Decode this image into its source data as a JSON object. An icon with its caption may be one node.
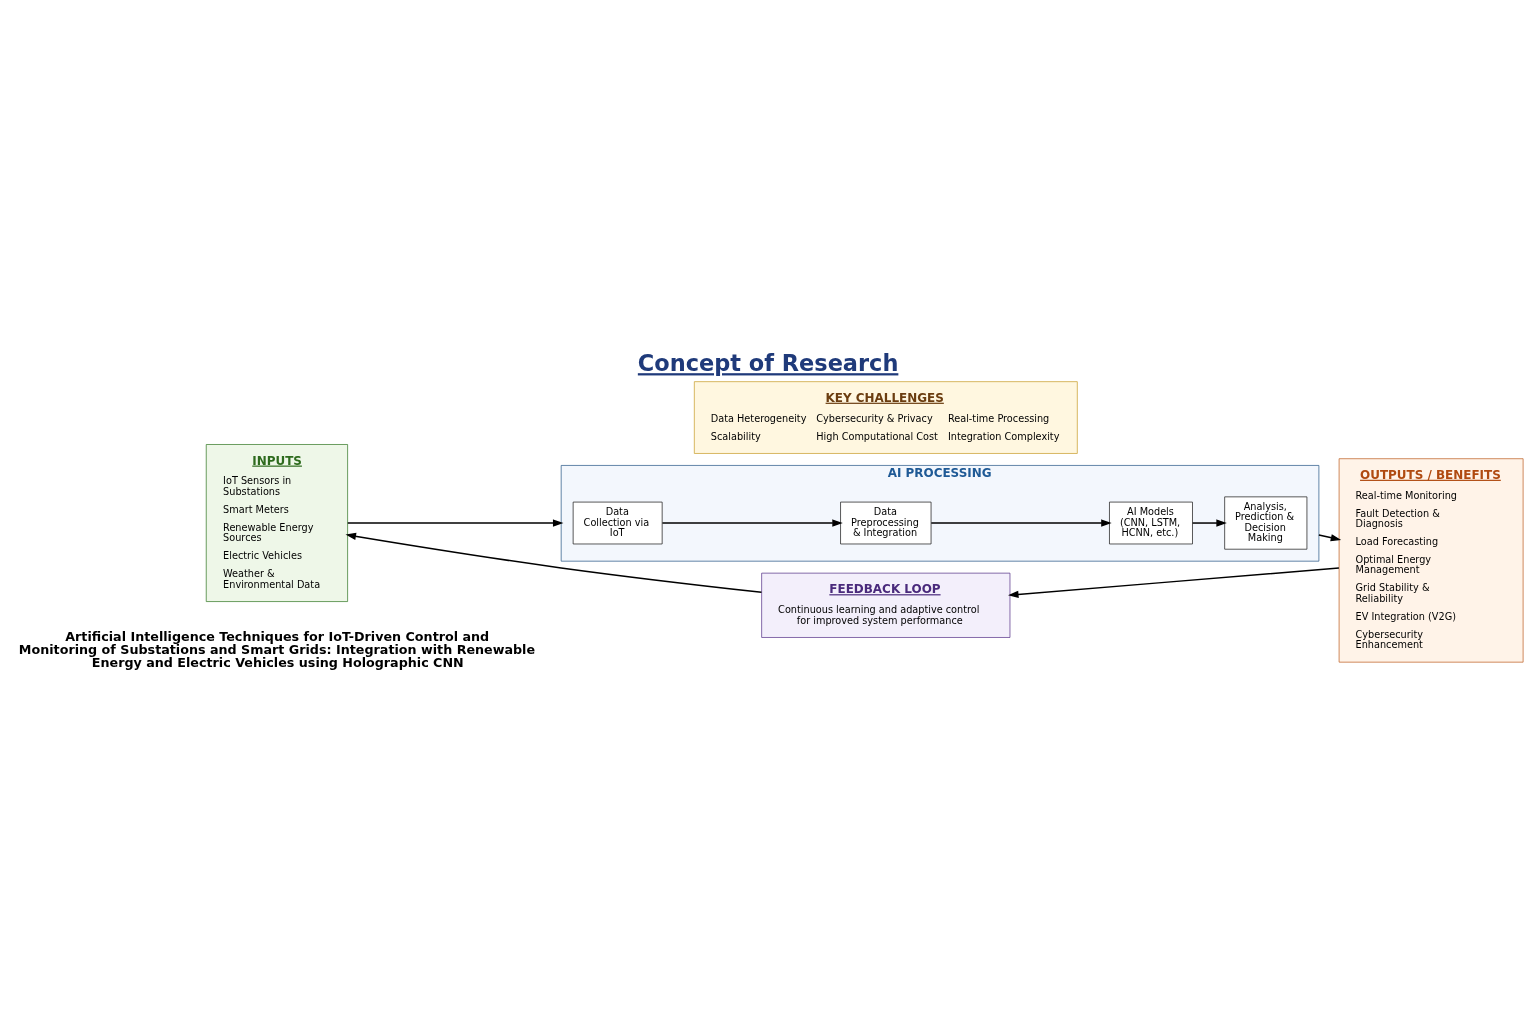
{
  "diagram": {
    "title": "Concept of Research",
    "nodes": [
      {
        "text": [
          "INPUTS",
          "IoT Sensors in Substations",
          "Smart Meters",
          "Renewable Energy Sources",
          "Electric Vehicles",
          "Weather & Environmental Data"
        ]
      },
      {
        "text": [
          "AI PROCESSING"
        ]
      },
      {
        "text": [
          "Data Collection via IoT"
        ],
        "in": 1
      },
      {
        "text": [
          "Data Preprocessing & Integration"
        ],
        "in": 1
      },
      {
        "text": [
          "AI Models (CNN, LSTM, HCNN, etc.)"
        ],
        "in": 1
      },
      {
        "text": [
          "Analysis, Prediction & Decision Making"
        ],
        "in": 1
      },
      {
        "text": [
          "OUTPUTS / BENEFITS",
          "Real-time Monitoring",
          "Fault Detection & Diagnosis",
          "Load Forecasting",
          "Optimal Energy Management",
          "Grid Stability & Reliability",
          "EV Integration (V2G)",
          "Cybersecurity Enhancement"
        ]
      },
      {
        "text": [
          "FEEDBACK LOOP",
          "Continuous learning and adaptive control for improved system performance"
        ]
      },
      {
        "text": [
          "KEY CHALLENGES",
          "Data Heterogeneity",
          "Cybersecurity & Privacy",
          "Real-time Processing",
          "Scalability",
          "High Computational Cost",
          "Integration Complexity"
        ]
      }
    ],
    "edges": [
      {
        "from": 0,
        "to": 1,
        "arrow": "to"
      },
      {
        "from": 2,
        "to": 3,
        "arrow": "to"
      },
      {
        "from": 3,
        "to": 4,
        "arrow": "to"
      },
      {
        "from": 4,
        "to": 5,
        "arrow": "to"
      },
      {
        "from": 1,
        "to": 6,
        "arrow": "to"
      },
      {
        "from": 6,
        "to": 7,
        "arrow": "to"
      },
      {
        "from": 7,
        "to": 0,
        "arrow": "to"
      }
    ],
    "labels": [
      "Artificial Intelligence Techniques for IoT-Driven Control and Monitoring of Substations and Smart Grids: Integration with Renewable Energy and Electric Vehicles using Holographic CNN"
    ]
  }
}
